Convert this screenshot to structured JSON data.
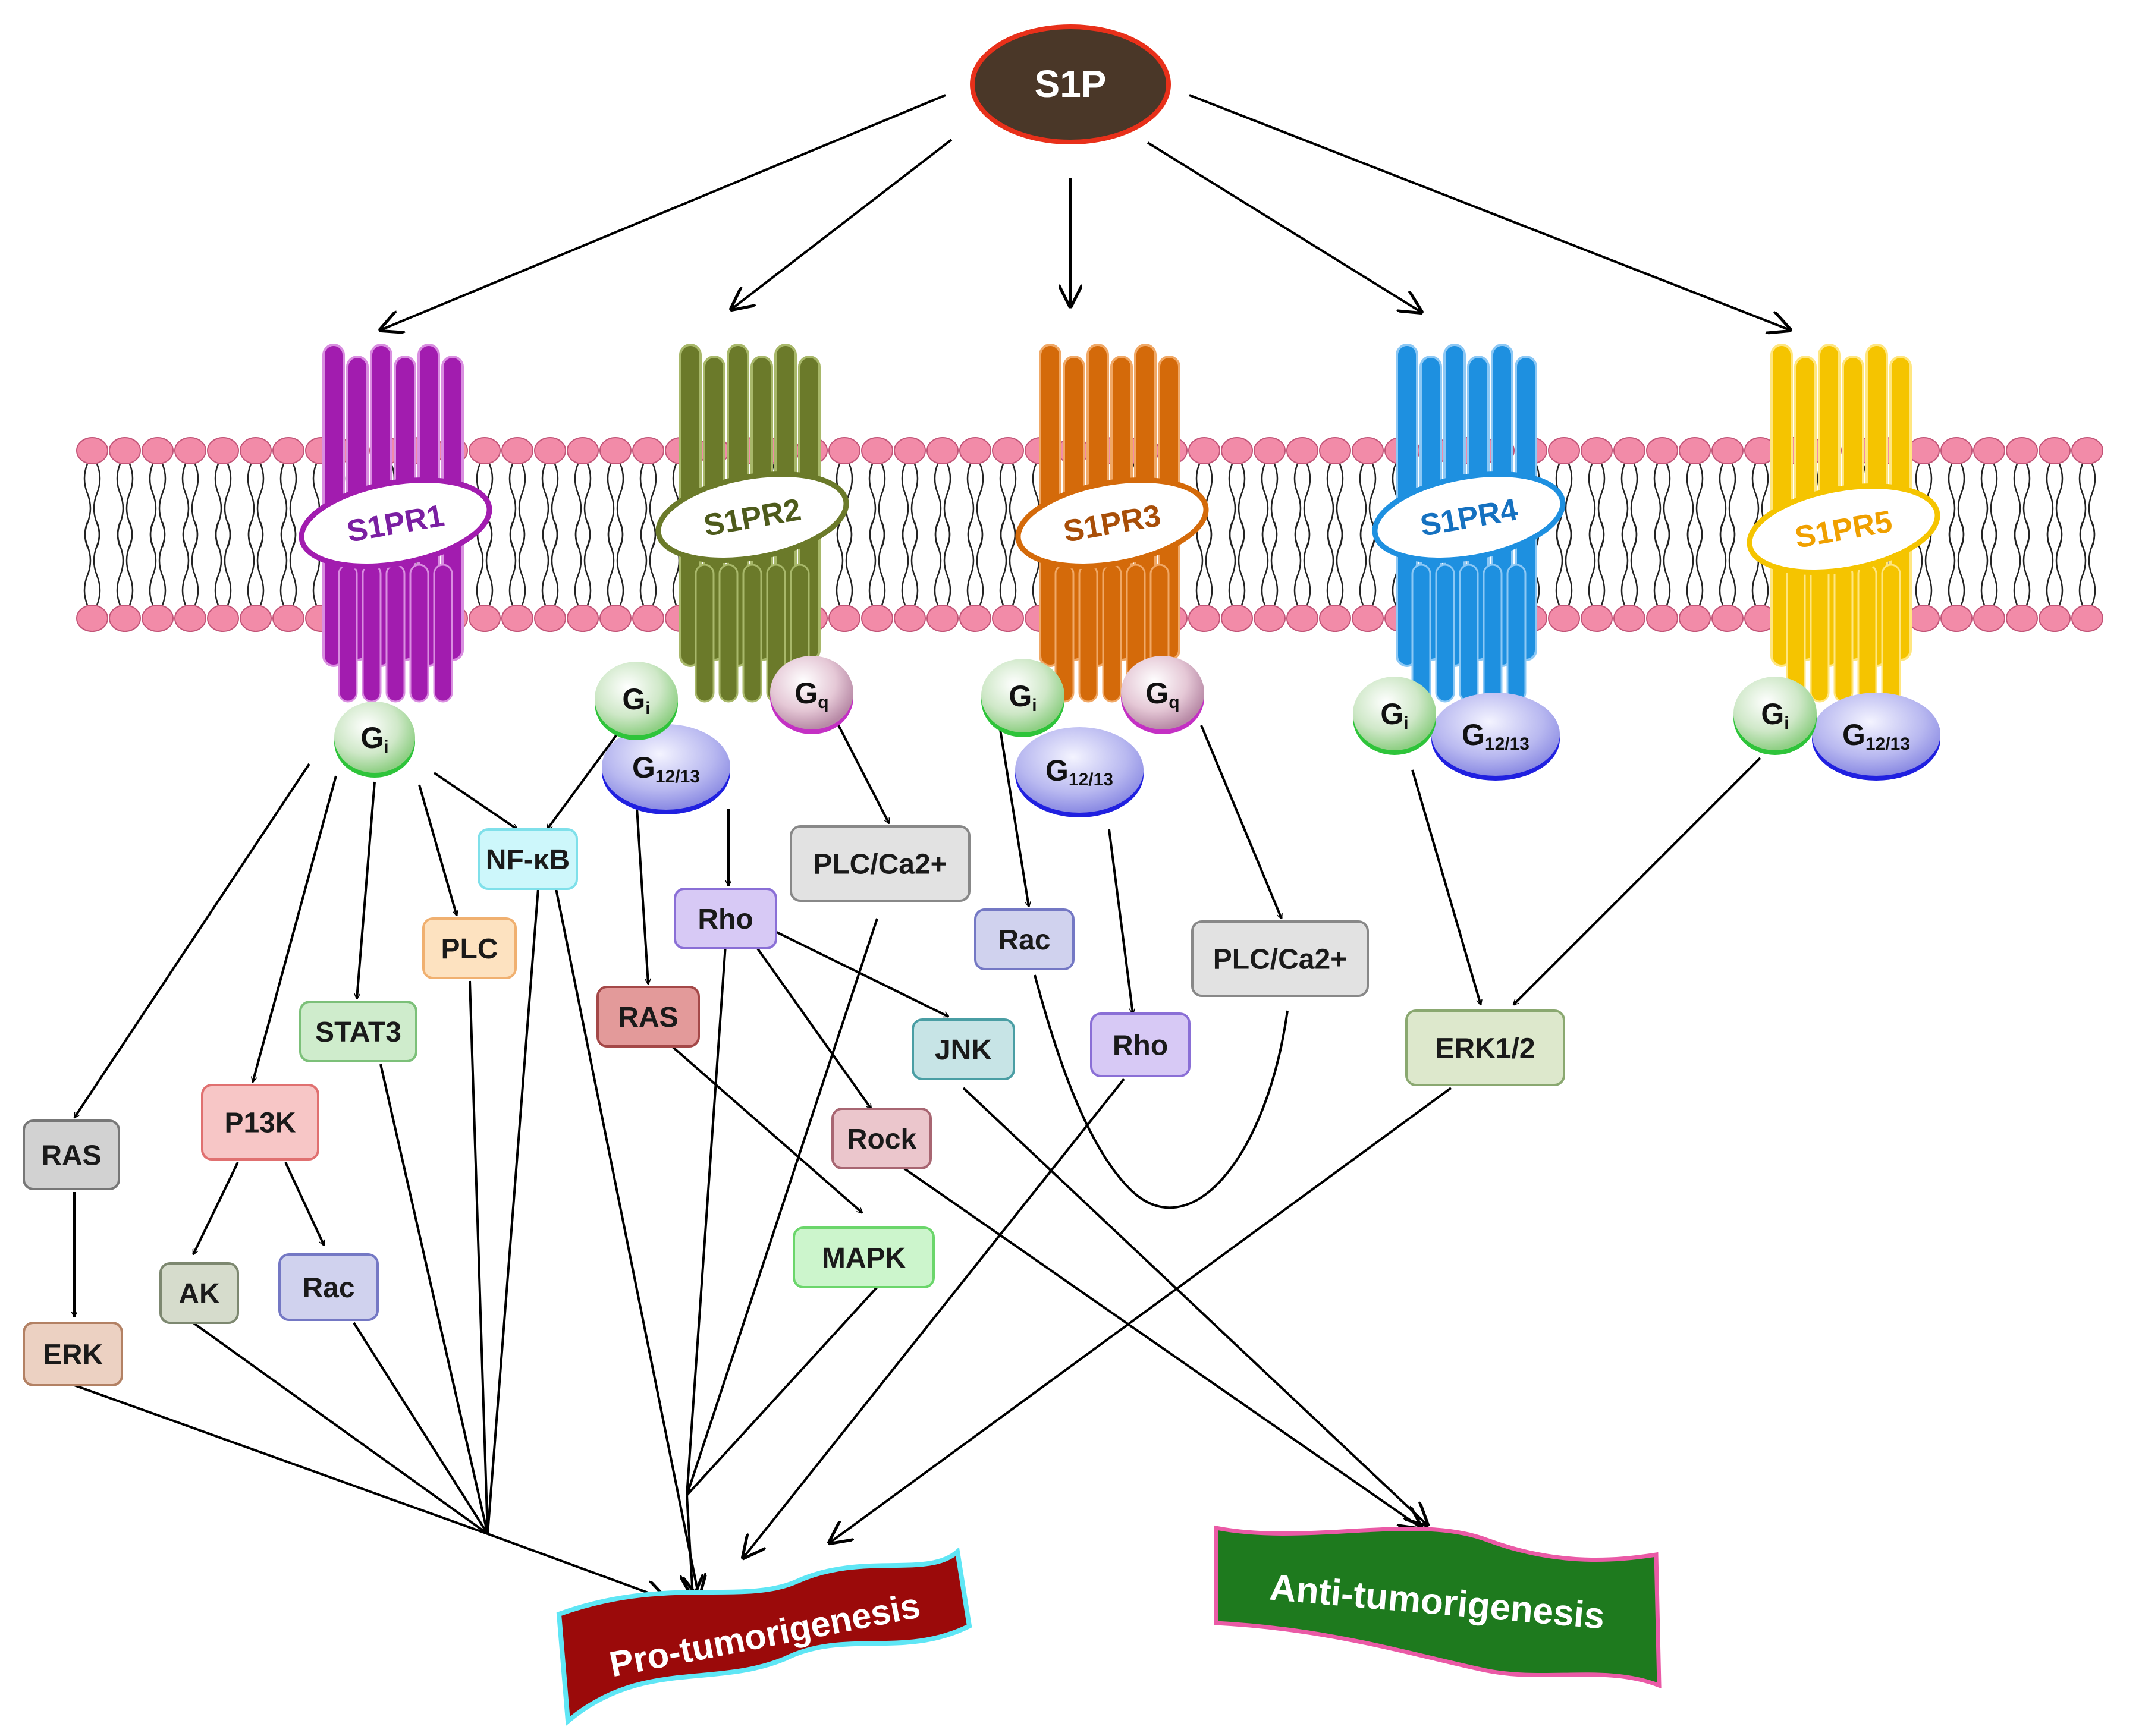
{
  "source": "S1P",
  "receptors": [
    "S1PR1",
    "S1PR2",
    "S1PR3",
    "S1PR4",
    "S1PR5"
  ],
  "g_proteins": {
    "gi": {
      "main": "G",
      "sub": "i"
    },
    "gq": {
      "main": "G",
      "sub": "q"
    },
    "g1213": {
      "main": "G",
      "sub": "12/13"
    }
  },
  "effectors": {
    "nfkb": "NF-κB",
    "plc": "PLC",
    "stat3": "STAT3",
    "ras_left": "RAS",
    "p13k": "P13K",
    "ak": "AK",
    "rac_left": "Rac",
    "erk": "ERK",
    "rho_r2": "Rho",
    "plc_ca_r2": "PLC/Ca2+",
    "ras_r2": "RAS",
    "jnk": "JNK",
    "rock": "Rock",
    "mapk": "MAPK",
    "rac_r3": "Rac",
    "rho_r3": "Rho",
    "plc_ca_r3": "PLC/Ca2+",
    "erk12": "ERK1/2"
  },
  "outcomes": {
    "pro": "Pro-tumorigenesis",
    "anti": "Anti-tumorigenesis"
  },
  "colors": {
    "s1p_fill": "#4a3728",
    "s1p_border": "#e8301a",
    "s1pr1": "#a21caf",
    "s1pr2": "#6b7a2a",
    "s1pr3": "#d46a0a",
    "s1pr4": "#1e90e0",
    "s1pr5": "#f5c400",
    "pro_fill": "#9b0a0a",
    "anti_fill": "#1e7a1e",
    "lipid_head": "#f28ba8"
  }
}
